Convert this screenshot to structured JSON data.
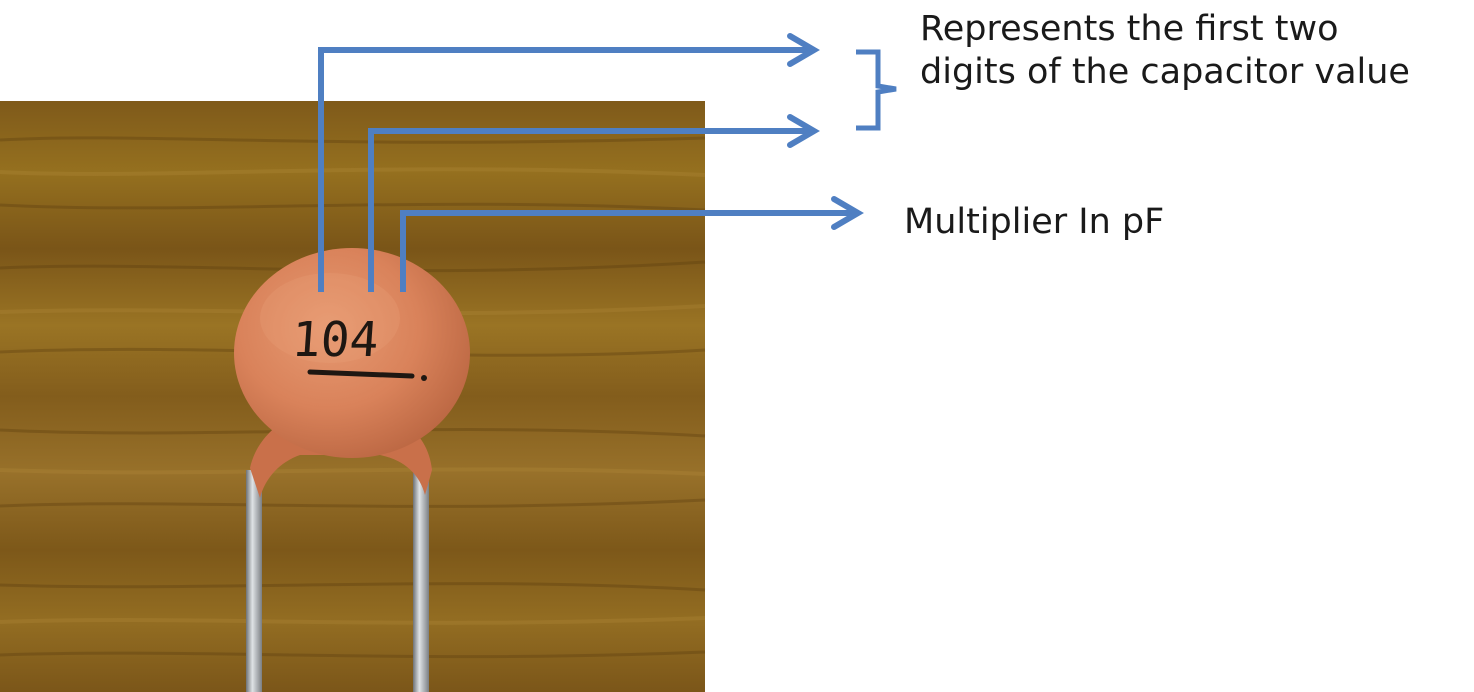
{
  "capacitor": {
    "marking": "104"
  },
  "annotations": {
    "first_two_digits": {
      "line1": "Represents the first two",
      "line2": "digits of the capacitor value"
    },
    "multiplier": "Multiplier In pF"
  },
  "colors": {
    "arrow": "#4f7fc2",
    "capacitor_body": "#d97e55",
    "wood": "#8a6420",
    "lead": "#a9aeb3",
    "ink": "#1e1712"
  }
}
